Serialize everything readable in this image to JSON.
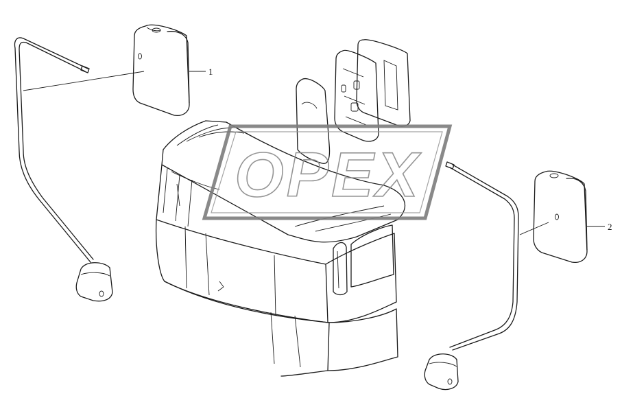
{
  "drawing": {
    "callouts": [
      {
        "id": "mirror-left",
        "label": "1"
      },
      {
        "id": "mirror-right",
        "label": "2"
      }
    ],
    "watermark": {
      "text": "OPEX"
    }
  }
}
